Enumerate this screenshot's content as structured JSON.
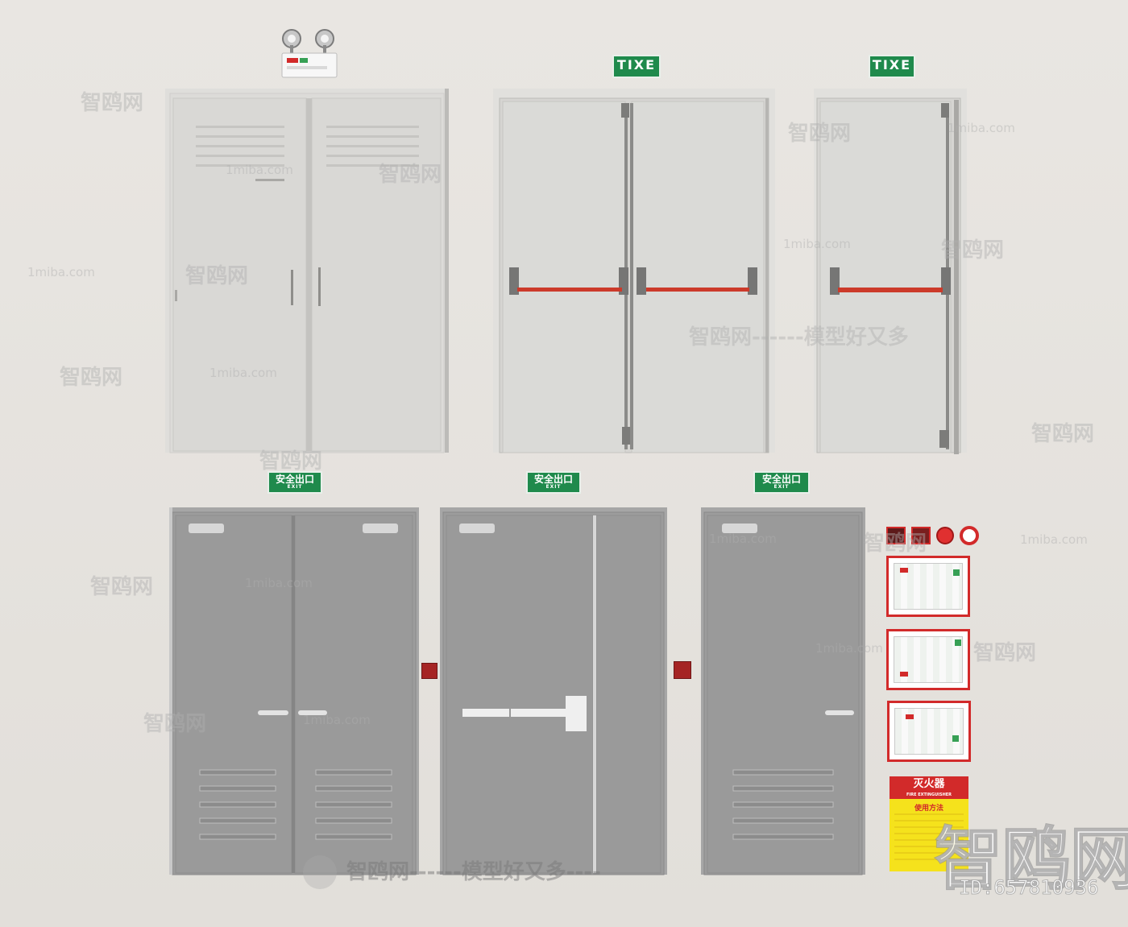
{
  "signs": {
    "exit_top_center": "TIXE",
    "exit_top_right": "TIXE",
    "emergency_cn": "安全出口",
    "emergency_en": "EXIT"
  },
  "extinguisher_sign": {
    "title": "灭火器",
    "subtitle": "FIRE EXTINGUISHER",
    "usage": "使用方法"
  },
  "watermarks": {
    "brand_cn": "智鸥网",
    "brand_en": "1miba.com",
    "slogan": "智鸥网------模型好又多",
    "slogan_short": "模型好又多",
    "bottom_slogan": "智鸥网------模型好又多----",
    "big": "智鸥网",
    "id": "ID:657810936"
  },
  "colors": {
    "wall": "#e4e1dc",
    "white_door": "#dcdbd8",
    "grey_door": "#9a9a9a",
    "panic_bar": "#cc3a2a",
    "sign_green": "#1f8a4c",
    "alarm_red": "#d22a2a"
  }
}
